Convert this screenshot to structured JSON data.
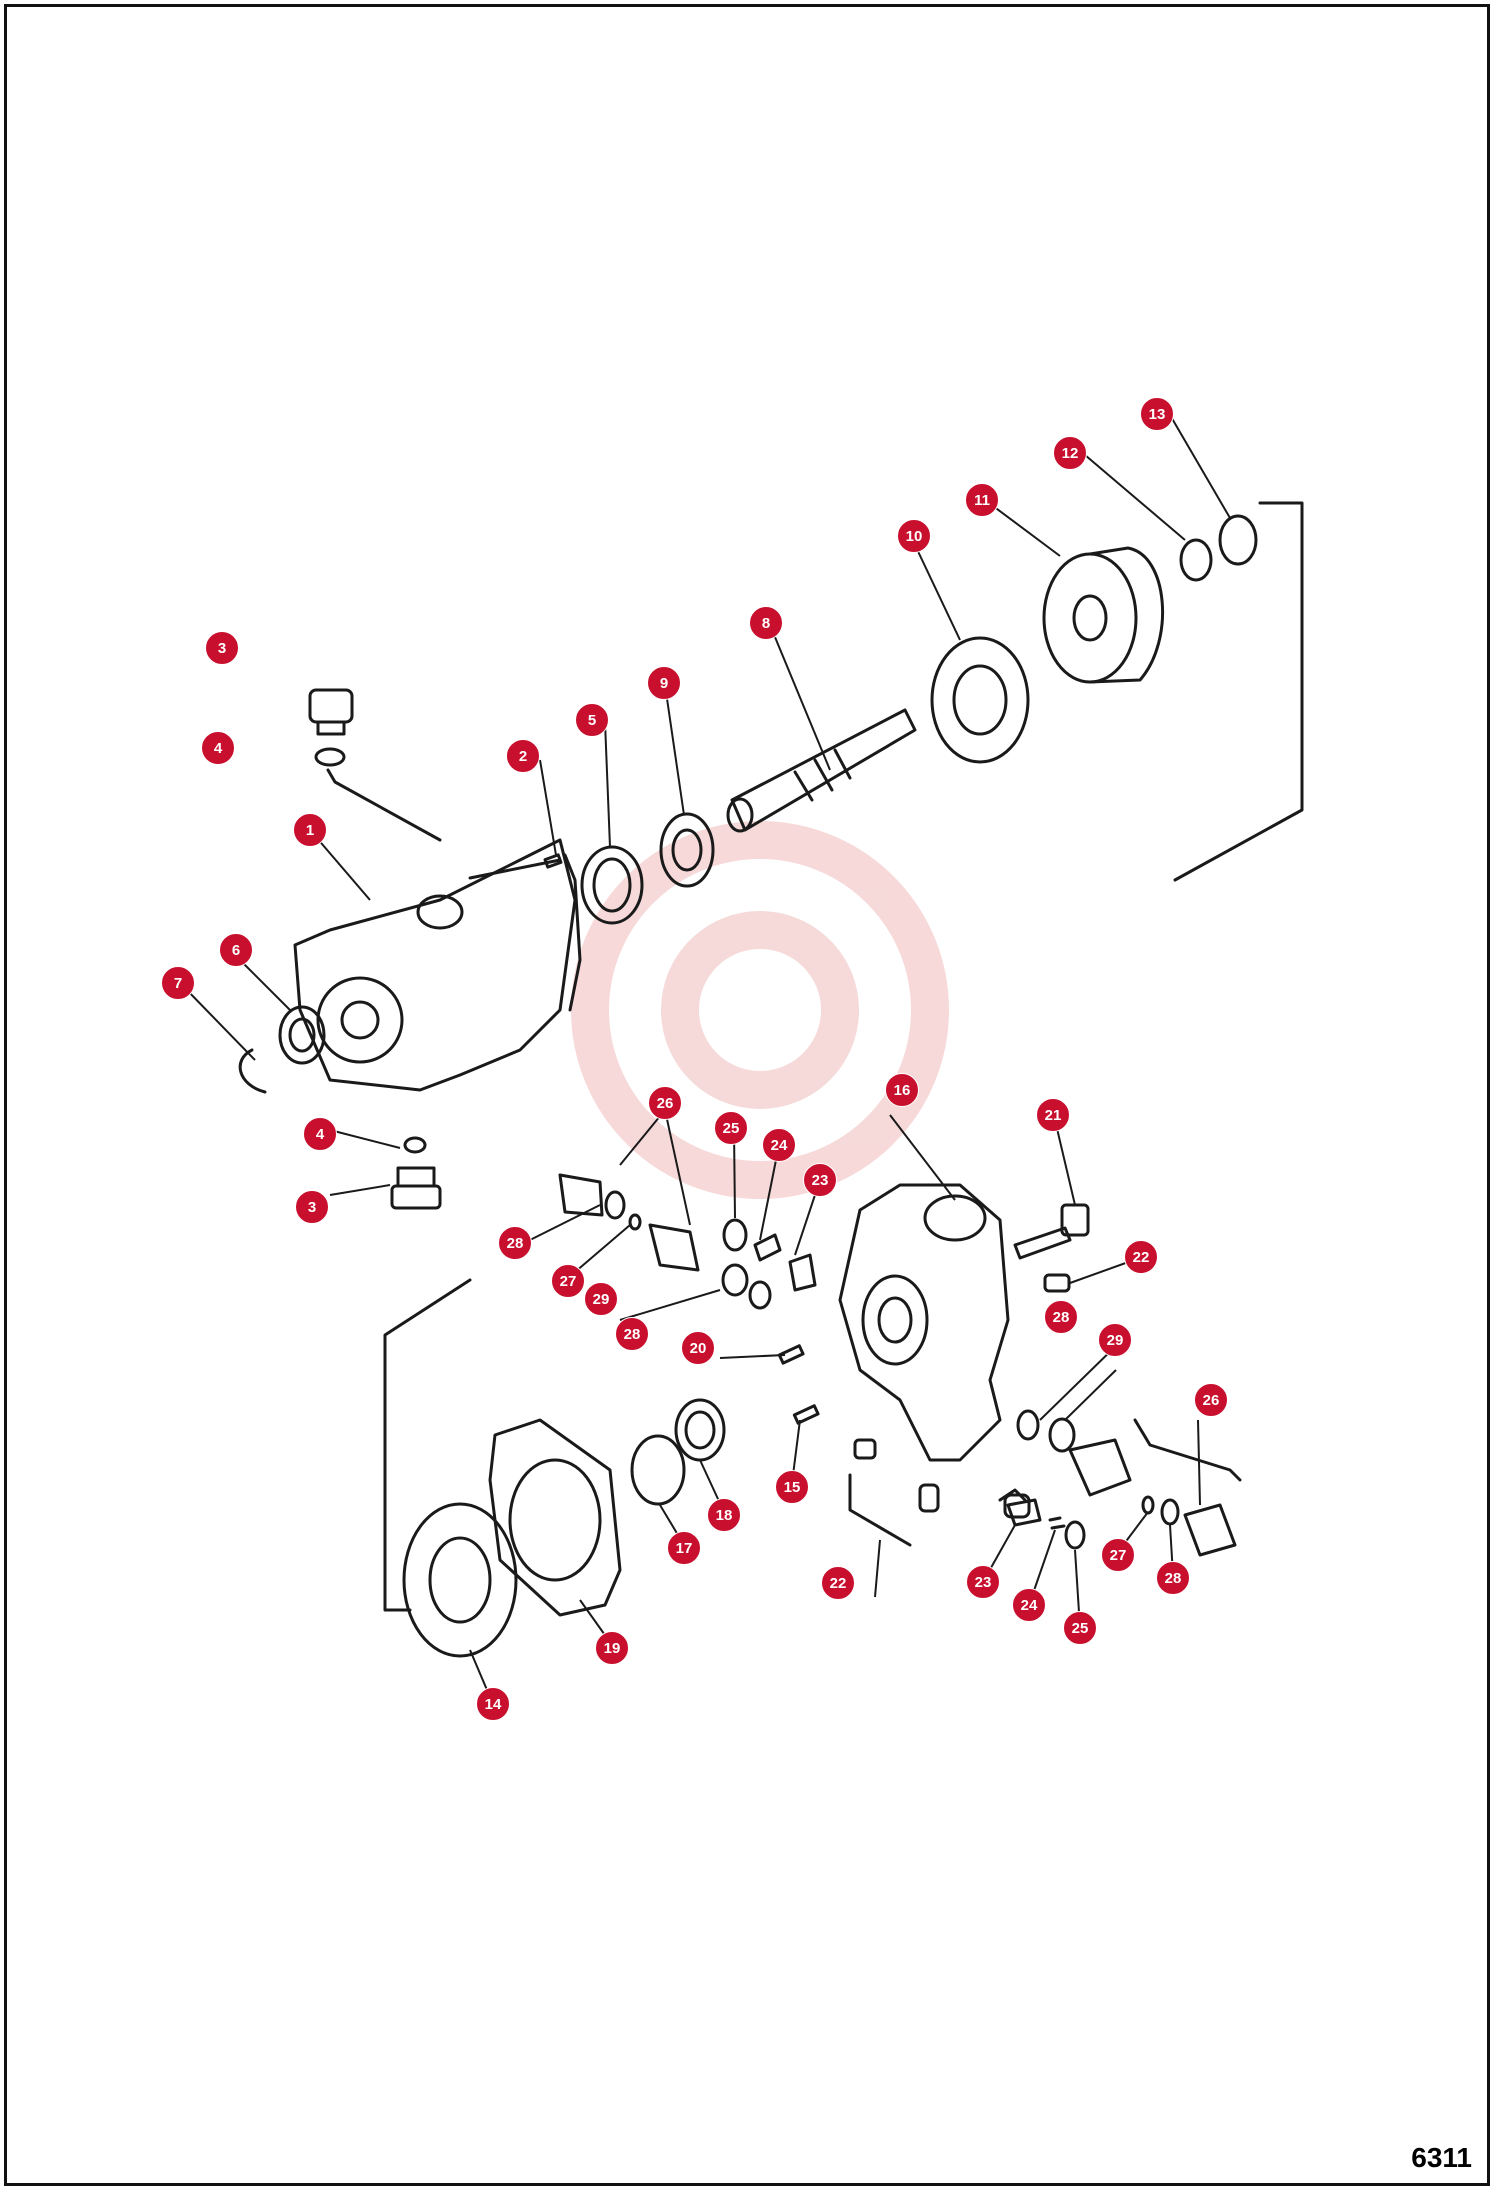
{
  "callouts": [
    {
      "label": "1"
    },
    {
      "label": "2"
    },
    {
      "label": "3"
    },
    {
      "label": "3"
    },
    {
      "label": "4"
    },
    {
      "label": "4"
    },
    {
      "label": "5"
    },
    {
      "label": "6"
    },
    {
      "label": "7"
    },
    {
      "label": "8"
    },
    {
      "label": "9"
    },
    {
      "label": "10"
    },
    {
      "label": "11"
    },
    {
      "label": "12"
    },
    {
      "label": "13"
    },
    {
      "label": "14"
    },
    {
      "label": "15"
    },
    {
      "label": "16"
    },
    {
      "label": "17"
    },
    {
      "label": "18"
    },
    {
      "label": "19"
    },
    {
      "label": "20"
    },
    {
      "label": "21"
    },
    {
      "label": "22"
    },
    {
      "label": "22"
    },
    {
      "label": "23"
    },
    {
      "label": "23"
    },
    {
      "label": "24"
    },
    {
      "label": "24"
    },
    {
      "label": "25"
    },
    {
      "label": "25"
    },
    {
      "label": "26"
    },
    {
      "label": "26"
    },
    {
      "label": "27"
    },
    {
      "label": "27"
    },
    {
      "label": "28"
    },
    {
      "label": "28"
    },
    {
      "label": "28"
    },
    {
      "label": "28"
    },
    {
      "label": "29"
    },
    {
      "label": "29"
    }
  ],
  "figure_number": "6311",
  "colors": {
    "callout": "#c8102e",
    "line": "#1a1a1a",
    "watermark": "#f3c9c9"
  }
}
